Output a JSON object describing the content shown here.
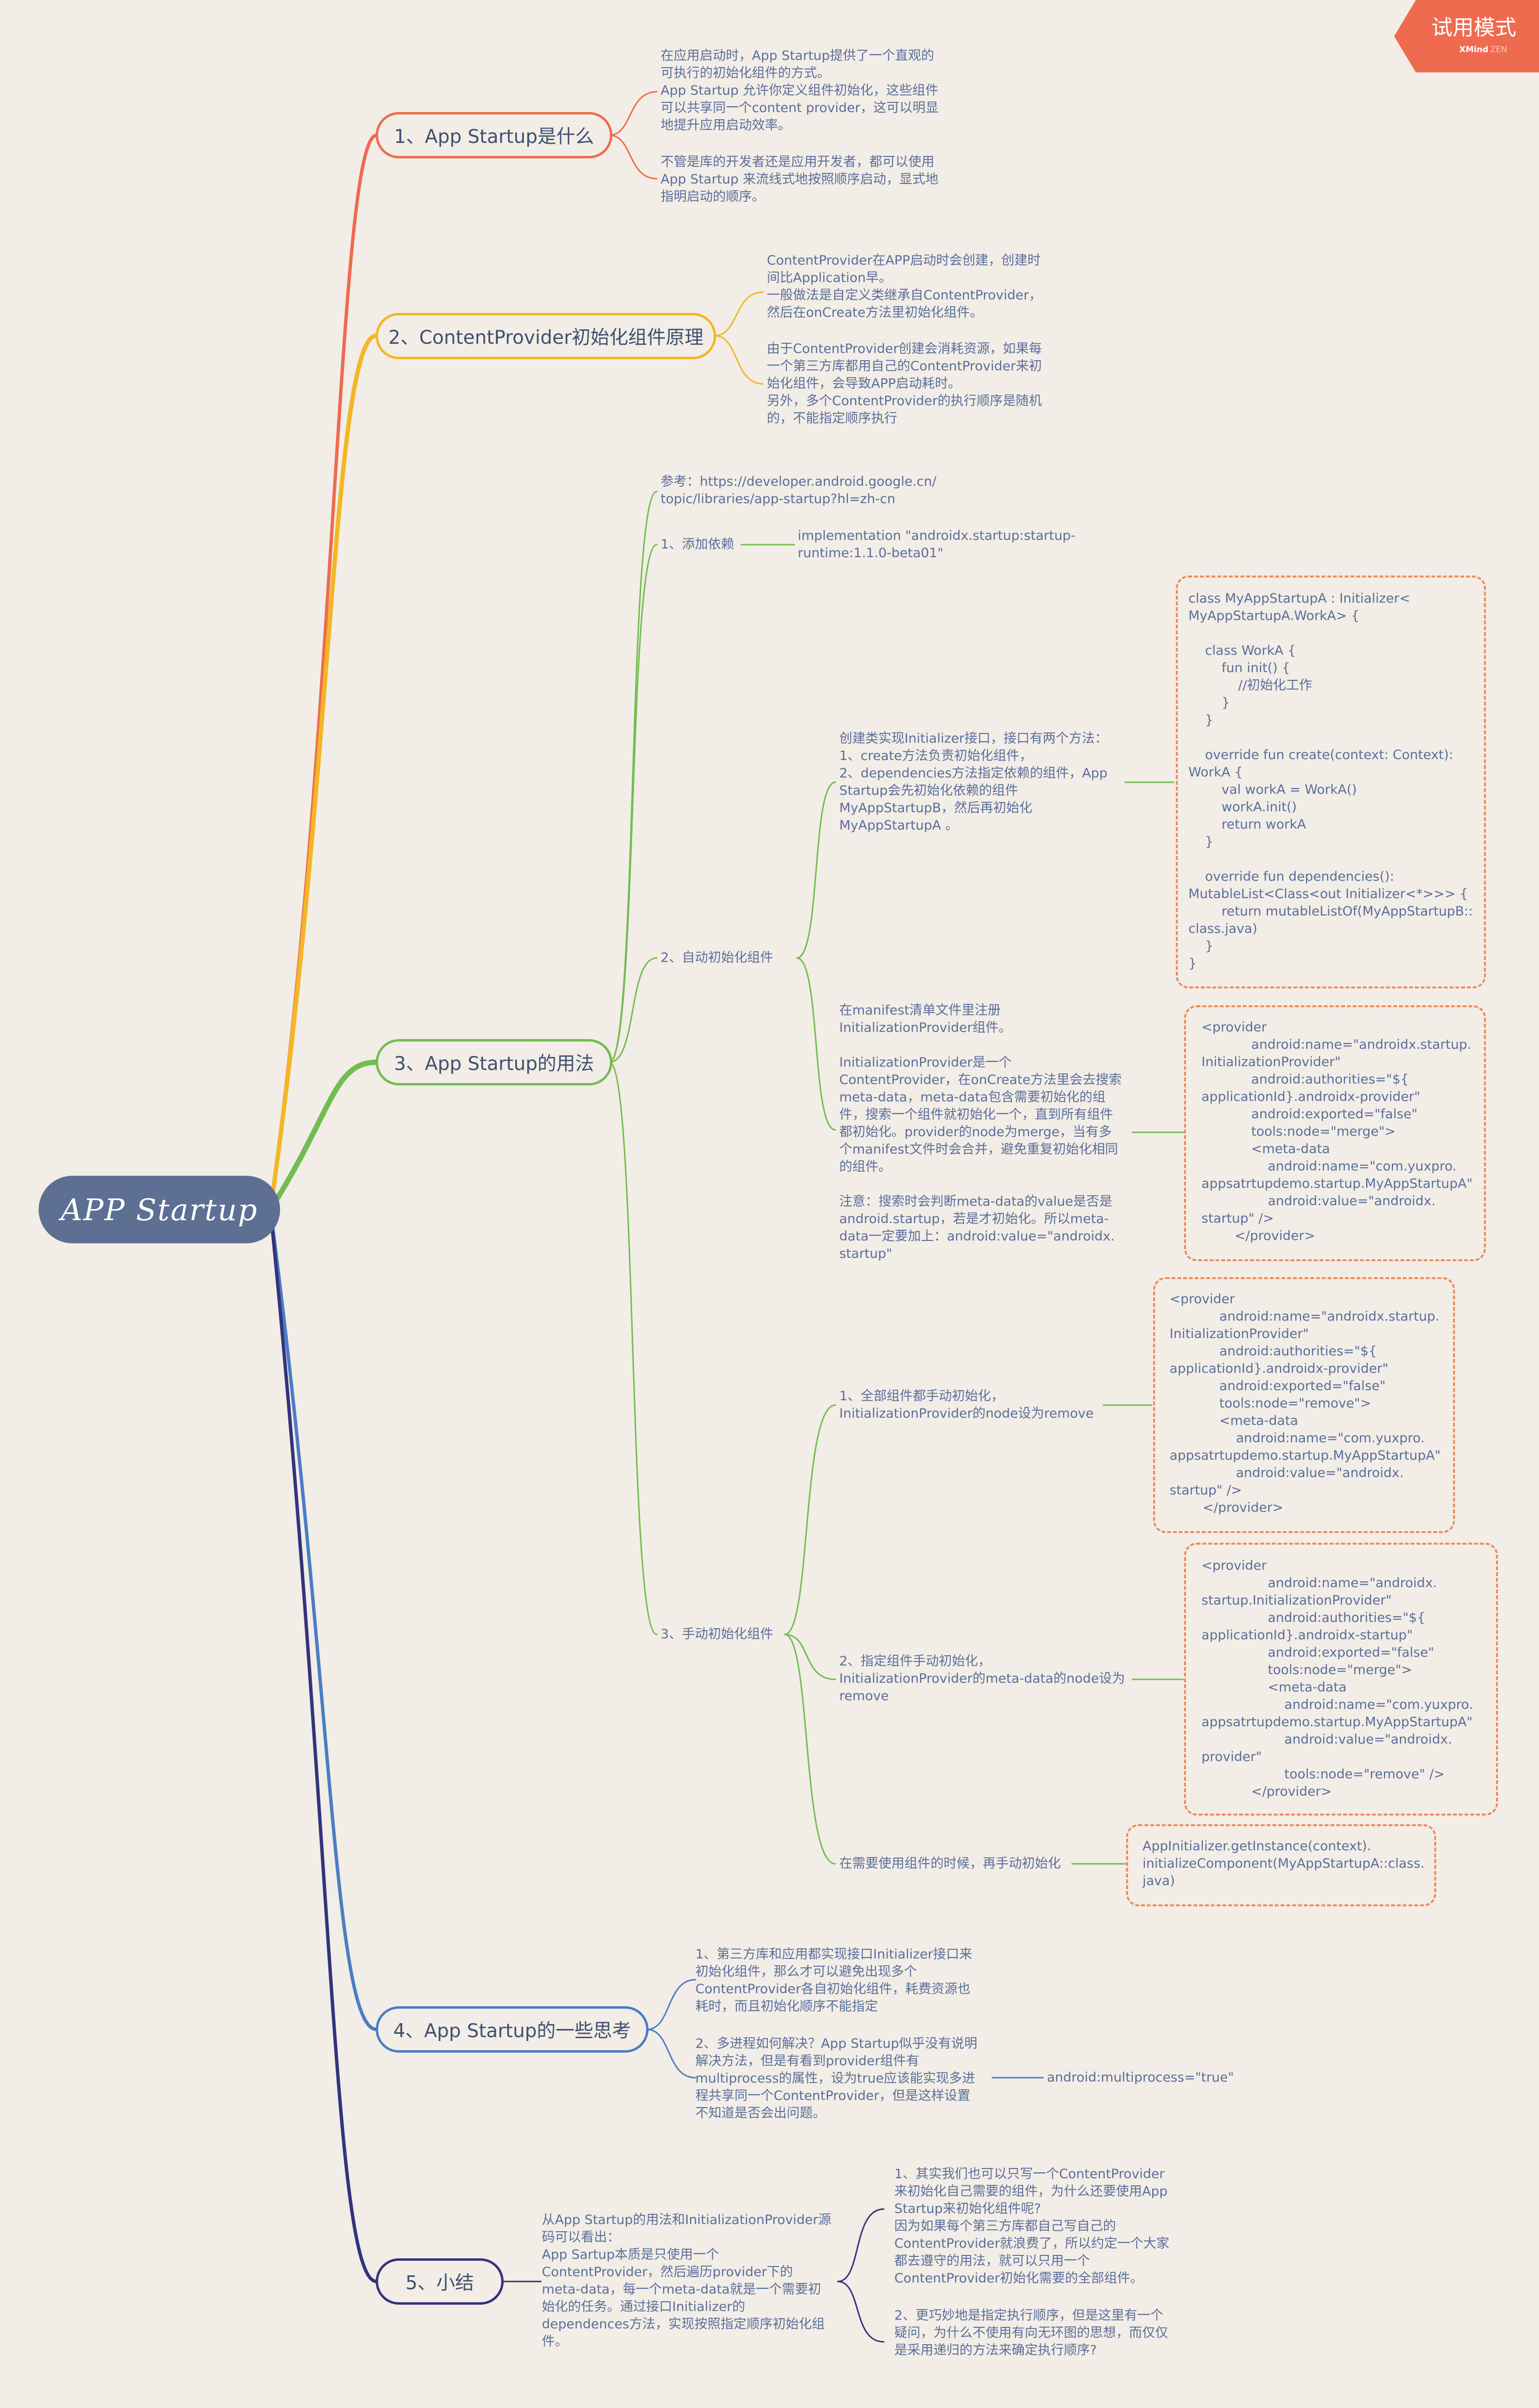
{
  "trial": {
    "label": "试用模式",
    "sub_brand": "XMind",
    "sub_edition": "ZEN",
    "color": "#ef6b4f"
  },
  "colors": {
    "root": "#5d6f92",
    "b1": "#ef6b4f",
    "b2": "#f3b624",
    "b3": "#72bd52",
    "b4": "#4a7dc4",
    "b5": "#33337d",
    "code_border": "#f08a5a",
    "text": "#5b6e9b"
  },
  "root": {
    "label": "APP Startup"
  },
  "b1": {
    "label": "1、App Startup是什么",
    "text1": "在应用启动时，App Startup提供了一个直观的\n可执行的初始化组件的方式。\nApp Startup 允许你定义组件初始化，这些组件\n可以共享同一个content provider，这可以明显\n地提升应用启动效率。",
    "text2": "不管是库的开发者还是应用开发者，都可以使用\nApp Startup 来流线式地按照顺序启动，显式地\n指明启动的顺序。"
  },
  "b2": {
    "label": "2、ContentProvider初始化组件原理",
    "text1": "ContentProvider在APP启动时会创建，创建时\n间比Application早。\n一般做法是自定义类继承自ContentProvider，\n然后在onCreate方法里初始化组件。",
    "text2": "由于ContentProvider创建会消耗资源，如果每\n一个第三方库都用自己的ContentProvider来初\n始化组件，会导致APP启动耗时。\n另外，多个ContentProvider的执行顺序是随机\n的，不能指定顺序执行"
  },
  "b3": {
    "label": "3、App Startup的用法",
    "ref": "参考：https://developer.android.google.cn/\ntopic/libraries/app-startup?hl=zh-cn",
    "dep_label": "1、添加依赖",
    "dep_value": "implementation \"androidx.startup:startup-\nruntime:1.1.0-beta01\"",
    "auto_label": "2、自动初始化组件",
    "auto_desc1": "创建类实现Initializer接口，接口有两个方法：\n1、create方法负责初始化组件，\n2、dependencies方法指定依赖的组件，App\nStartup会先初始化依赖的组件\nMyAppStartupB，然后再初始化\nMyAppStartupA 。",
    "auto_code1": "class MyAppStartupA : Initializer<\nMyAppStartupA.WorkA> {\n\n    class WorkA {\n        fun init() {\n            //初始化工作\n        }\n    }\n\n    override fun create(context: Context):\nWorkA {\n        val workA = WorkA()\n        workA.init()\n        return workA\n    }\n\n    override fun dependencies():\nMutableList<Class<out Initializer<*>>> {\n        return mutableListOf(MyAppStartupB::\nclass.java)\n    }\n}",
    "auto_desc2": "在manifest清单文件里注册\nInitializationProvider组件。\n\nInitializationProvider是一个\nContentProvider，在onCreate方法里会去搜索\nmeta-data，meta-data包含需要初始化的组\n件，搜索一个组件就初始化一个，直到所有组件\n都初始化。provider的node为merge，当有多\n个manifest文件时会合并，避免重复初始化相同\n的组件。\n\n注意：搜索时会判断meta-data的value是否是\nandroid.startup，若是才初始化。所以meta-\ndata一定要加上：android:value=\"androidx.\nstartup\"",
    "auto_code2": "<provider\n            android:name=\"androidx.startup.\nInitializationProvider\"\n            android:authorities=\"${\napplicationId}.androidx-provider\"\n            android:exported=\"false\"\n            tools:node=\"merge\">\n            <meta-data\n                android:name=\"com.yuxpro.\nappsatrtupdemo.startup.MyAppStartupA\"\n                android:value=\"androidx.\nstartup\" />\n        </provider>",
    "manual_label": "3、手动初始化组件",
    "manual_desc1": "1、全部组件都手动初始化，\nInitializationProvider的node设为remove",
    "manual_code1": "<provider\n            android:name=\"androidx.startup.\nInitializationProvider\"\n            android:authorities=\"${\napplicationId}.androidx-provider\"\n            android:exported=\"false\"\n            tools:node=\"remove\">\n            <meta-data\n                android:name=\"com.yuxpro.\nappsatrtupdemo.startup.MyAppStartupA\"\n                android:value=\"androidx.\nstartup\" />\n        </provider>",
    "manual_desc2": "2、指定组件手动初始化，\nInitializationProvider的meta-data的node设为\nremove",
    "manual_code2": "<provider\n                android:name=\"androidx.\nstartup.InitializationProvider\"\n                android:authorities=\"${\napplicationId}.androidx-startup\"\n                android:exported=\"false\"\n                tools:node=\"merge\">\n                <meta-data\n                    android:name=\"com.yuxpro.\nappsatrtupdemo.startup.MyAppStartupA\"\n                    android:value=\"androidx.\nprovider\"\n                    tools:node=\"remove\" />\n            </provider>",
    "manual_desc3": "在需要使用组件的时候，再手动初始化",
    "manual_code3": "AppInitializer.getInstance(context).\ninitializeComponent(MyAppStartupA::class.\njava)"
  },
  "b4": {
    "label": "4、App Startup的一些思考",
    "text1": "1、第三方库和应用都实现接口Initializer接口来\n初始化组件，那么才可以避免出现多个\nContentProvider各自初始化组件，耗费资源也\n耗时，而且初始化顺序不能指定",
    "text2": "2、多进程如何解决？App Startup似乎没有说明\n解决方法，但是有看到provider组件有\nmultiprocess的属性，设为true应该能实现多进\n程共享同一个ContentProvider，但是这样设置\n不知道是否会出问题。",
    "text2_value": "android:multiprocess=\"true\""
  },
  "b5": {
    "label": "5、小结",
    "summary": "从App Startup的用法和InitializationProvider源\n码可以看出：\nApp Sartup本质是只使用一个\nContentProvider，然后遍历provider下的\nmeta-data，每一个meta-data就是一个需要初\n始化的任务。通过接口Initializer的\ndependences方法，实现按照指定顺序初始化组\n件。",
    "point1": "1、其实我们也可以只写一个ContentProvider\n来初始化自己需要的组件，为什么还要使用App\nStartup来初始化组件呢?\n因为如果每个第三方库都自己写自己的\nContentProvider就浪费了，所以约定一个大家\n都去遵守的用法，就可以只用一个\nContentProvider初始化需要的全部组件。",
    "point2": "2、更巧妙地是指定执行顺序，但是这里有一个\n疑问，为什么不使用有向无环图的思想，而仅仅\n是采用递归的方法来确定执行顺序?"
  }
}
